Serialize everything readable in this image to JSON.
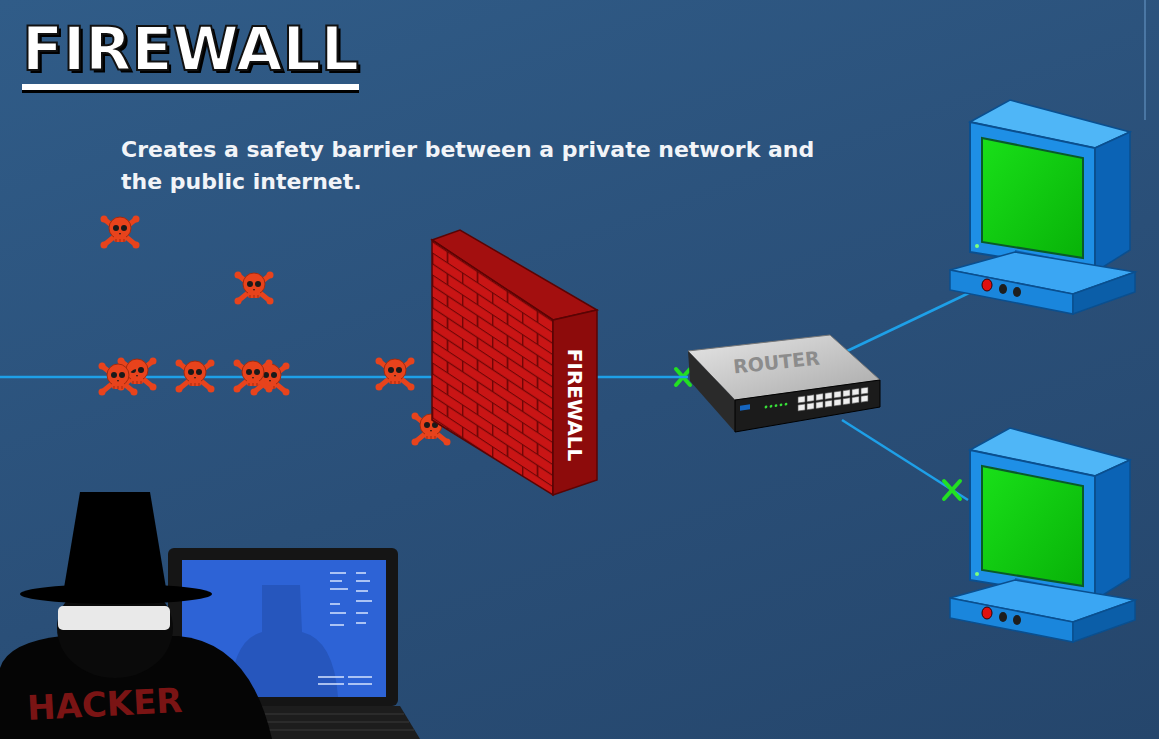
{
  "diagram": {
    "title": "FIREWALL",
    "caption": "Creates a safety barrier between a private network and the public internet.",
    "nodes": [
      {
        "text": [
          "FIREWALL"
        ]
      },
      {
        "text": [
          "ROUTER"
        ]
      },
      {
        "text": [
          "HACKER"
        ]
      }
    ],
    "edges": [
      {
        "from": 0,
        "to": 1,
        "arrow": "none"
      }
    ]
  }
}
